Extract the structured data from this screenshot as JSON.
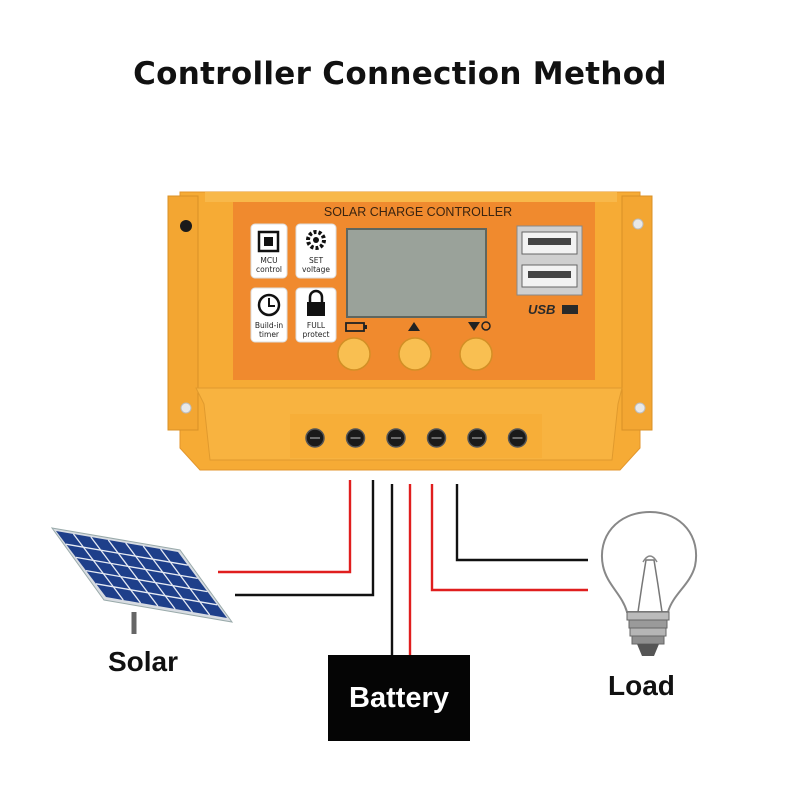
{
  "title": "Controller Connection Method",
  "controller": {
    "panel_title": "SOLAR CHARGE CONTROLLER",
    "features": [
      {
        "line1": "MCU",
        "line2": "control",
        "icon": "chip-icon"
      },
      {
        "line1": "SET",
        "line2": "voltage",
        "icon": "gear-icon"
      },
      {
        "line1": "Build-in",
        "line2": "timer",
        "icon": "clock-icon"
      },
      {
        "line1": "FULL",
        "line2": "protect",
        "icon": "lock-icon"
      }
    ],
    "usb_label": "USB",
    "button_symbols": [
      "battery-symbol",
      "up-triangle-symbol",
      "down-triangle-symbol"
    ],
    "terminal_count": 6,
    "colors": {
      "body": "#f6ab35",
      "face": "#f08a2e",
      "screen": "#9aa29a",
      "wire_red": "#e01e1e",
      "wire_black": "#111111"
    }
  },
  "components": {
    "solar": "Solar",
    "battery": "Battery",
    "load": "Load"
  }
}
